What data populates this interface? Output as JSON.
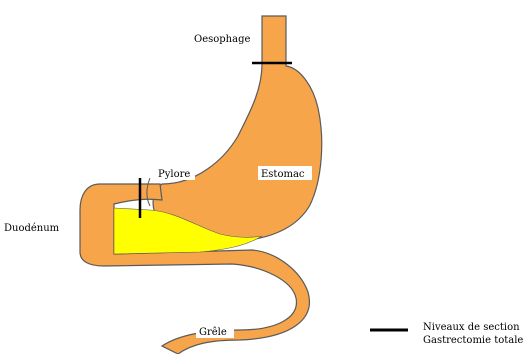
{
  "labels": {
    "oesophage": "Oesophage",
    "pylore": "Pylore",
    "estomac": "Estomac",
    "duodenum": "Duodénum",
    "grele": "Grêle"
  },
  "legend": {
    "line1": "Niveaux de section",
    "line2": "Gastrectomie totale"
  },
  "colors": {
    "organ": "#F7A54A",
    "outline": "#5A5A5A",
    "yellow": "#FFFF00",
    "section": "#000000"
  }
}
